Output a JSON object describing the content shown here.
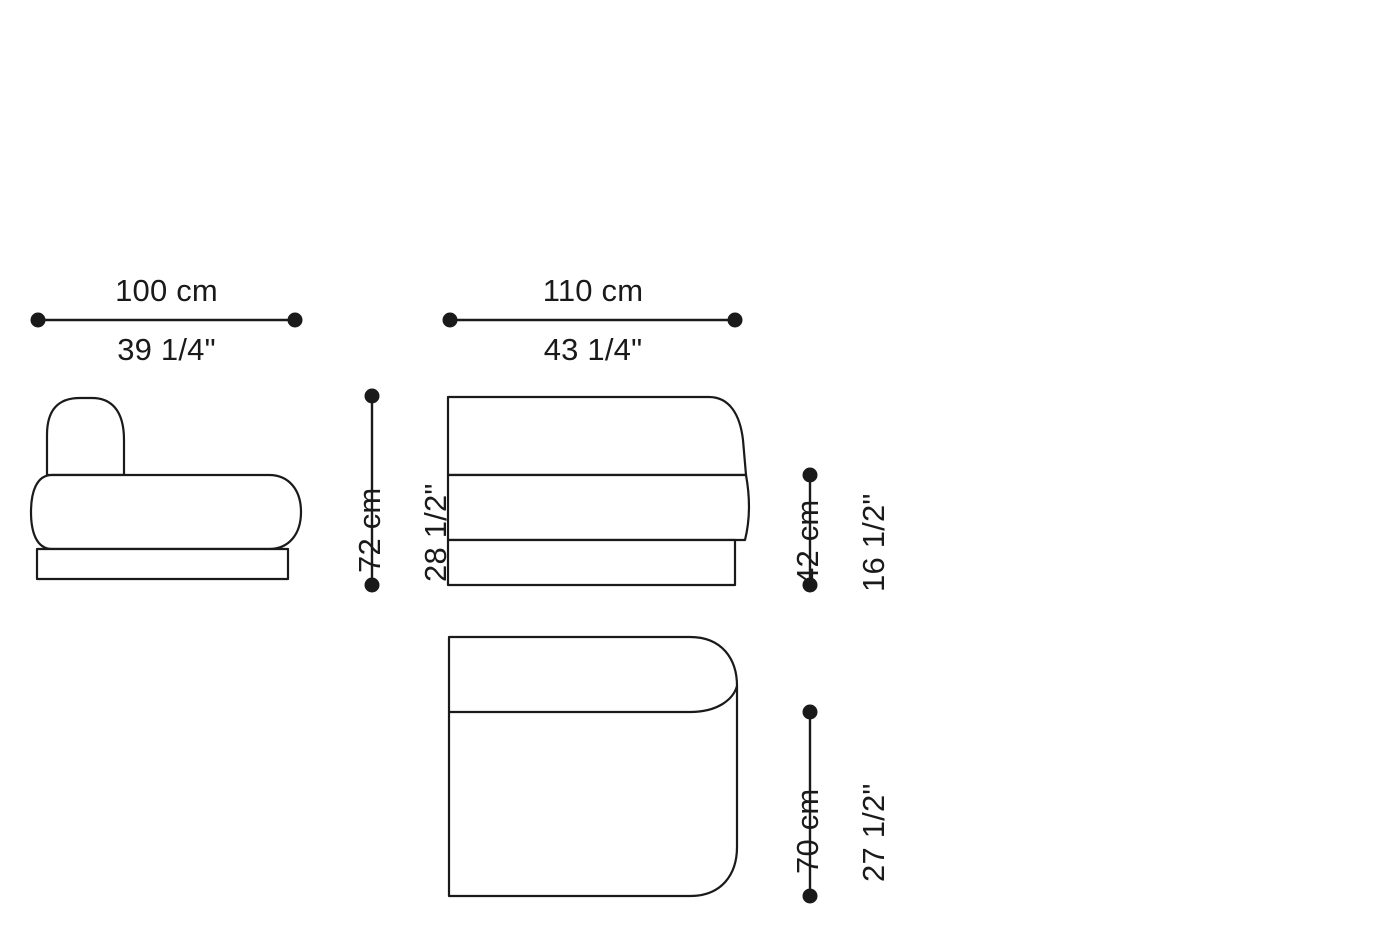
{
  "drawing": {
    "title": "Modular sofa element – technical dimension drawing",
    "line_color": "#1a1a1a",
    "fill_color": "#ffffff",
    "background": "#ffffff",
    "stroke_width": 2.2
  },
  "views": [
    {
      "id": "side-view",
      "name": "side-elevation"
    },
    {
      "id": "front-view",
      "name": "front-elevation"
    },
    {
      "id": "plan-view",
      "name": "plan-view"
    }
  ],
  "dimensions": {
    "width_side": {
      "metric": "100 cm",
      "imperial": "39 1/4\"",
      "orientation": "horizontal",
      "applies_to": "side-elevation"
    },
    "width_front": {
      "metric": "110 cm",
      "imperial": "43 1/4\"",
      "orientation": "horizontal",
      "applies_to": "front-elevation"
    },
    "height_total": {
      "metric": "72 cm",
      "imperial": "28 1/2\"",
      "orientation": "vertical",
      "applies_to": "overall-height"
    },
    "height_seat": {
      "metric": "42 cm",
      "imperial": "16 1/2\"",
      "orientation": "vertical",
      "applies_to": "seat-height"
    },
    "depth_plan": {
      "metric": "70 cm",
      "imperial": "27 1/2\"",
      "orientation": "vertical",
      "applies_to": "plan-depth"
    }
  }
}
